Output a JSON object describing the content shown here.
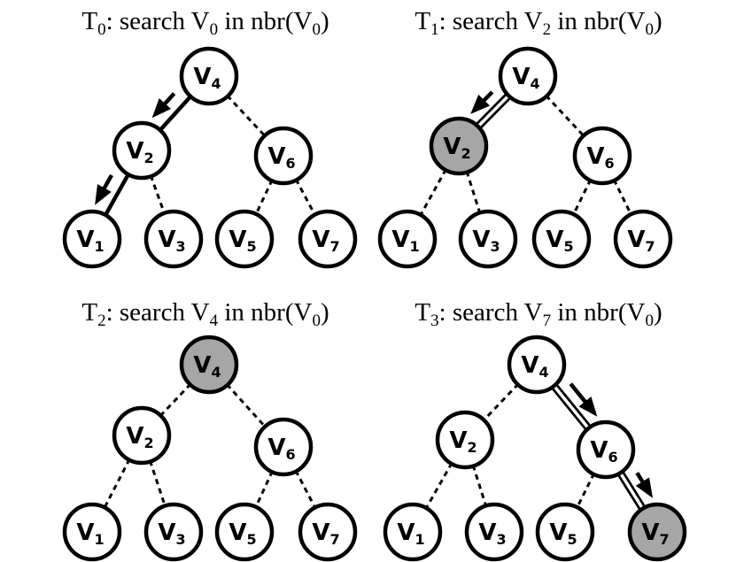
{
  "colors": {
    "node_fill": "#ffffff",
    "highlight_fill": "#a6a6a6",
    "stroke": "#000000"
  },
  "panels": [
    {
      "id": "t0",
      "title": {
        "prefix": "T",
        "prefix_sub": "0",
        "mid": ": search V",
        "mid_sub": "0",
        "suffix": " in nbr(V",
        "suffix_sub": "0",
        "end": ")"
      },
      "highlighted": [],
      "solid_edges": [
        [
          "v4",
          "v2"
        ],
        [
          "v2",
          "v1"
        ]
      ],
      "double_edges": [],
      "arrows": [
        [
          "v4",
          "v2"
        ],
        [
          "v2",
          "v1"
        ]
      ]
    },
    {
      "id": "t1",
      "title": {
        "prefix": "T",
        "prefix_sub": "1",
        "mid": ": search V",
        "mid_sub": "2",
        "suffix": " in nbr(V",
        "suffix_sub": "0",
        "end": ")"
      },
      "highlighted": [
        "v2"
      ],
      "solid_edges": [],
      "double_edges": [
        [
          "v4",
          "v2"
        ]
      ],
      "arrows": [
        [
          "v4",
          "v2"
        ]
      ]
    },
    {
      "id": "t2",
      "title": {
        "prefix": "T",
        "prefix_sub": "2",
        "mid": ": search V",
        "mid_sub": "4",
        "suffix": " in nbr(V",
        "suffix_sub": "0",
        "end": ")"
      },
      "highlighted": [
        "v4"
      ],
      "solid_edges": [],
      "double_edges": [],
      "arrows": []
    },
    {
      "id": "t3",
      "title": {
        "prefix": "T",
        "prefix_sub": "3",
        "mid": ": search V",
        "mid_sub": "7",
        "suffix": " in nbr(V",
        "suffix_sub": "0",
        "end": ")"
      },
      "highlighted": [
        "v7"
      ],
      "solid_edges": [],
      "double_edges": [
        [
          "v4",
          "v6"
        ],
        [
          "v6",
          "v7"
        ]
      ],
      "arrows": [
        [
          "v4",
          "v6"
        ],
        [
          "v6",
          "v7"
        ]
      ]
    }
  ],
  "tree": {
    "nodes": [
      {
        "id": "v4",
        "letter": "V",
        "sub": "4"
      },
      {
        "id": "v2",
        "letter": "V",
        "sub": "2"
      },
      {
        "id": "v6",
        "letter": "V",
        "sub": "6"
      },
      {
        "id": "v1",
        "letter": "V",
        "sub": "1"
      },
      {
        "id": "v3",
        "letter": "V",
        "sub": "3"
      },
      {
        "id": "v5",
        "letter": "V",
        "sub": "5"
      },
      {
        "id": "v7",
        "letter": "V",
        "sub": "7"
      }
    ],
    "edges": [
      [
        "v4",
        "v2"
      ],
      [
        "v4",
        "v6"
      ],
      [
        "v2",
        "v1"
      ],
      [
        "v2",
        "v3"
      ],
      [
        "v6",
        "v5"
      ],
      [
        "v6",
        "v7"
      ]
    ]
  }
}
